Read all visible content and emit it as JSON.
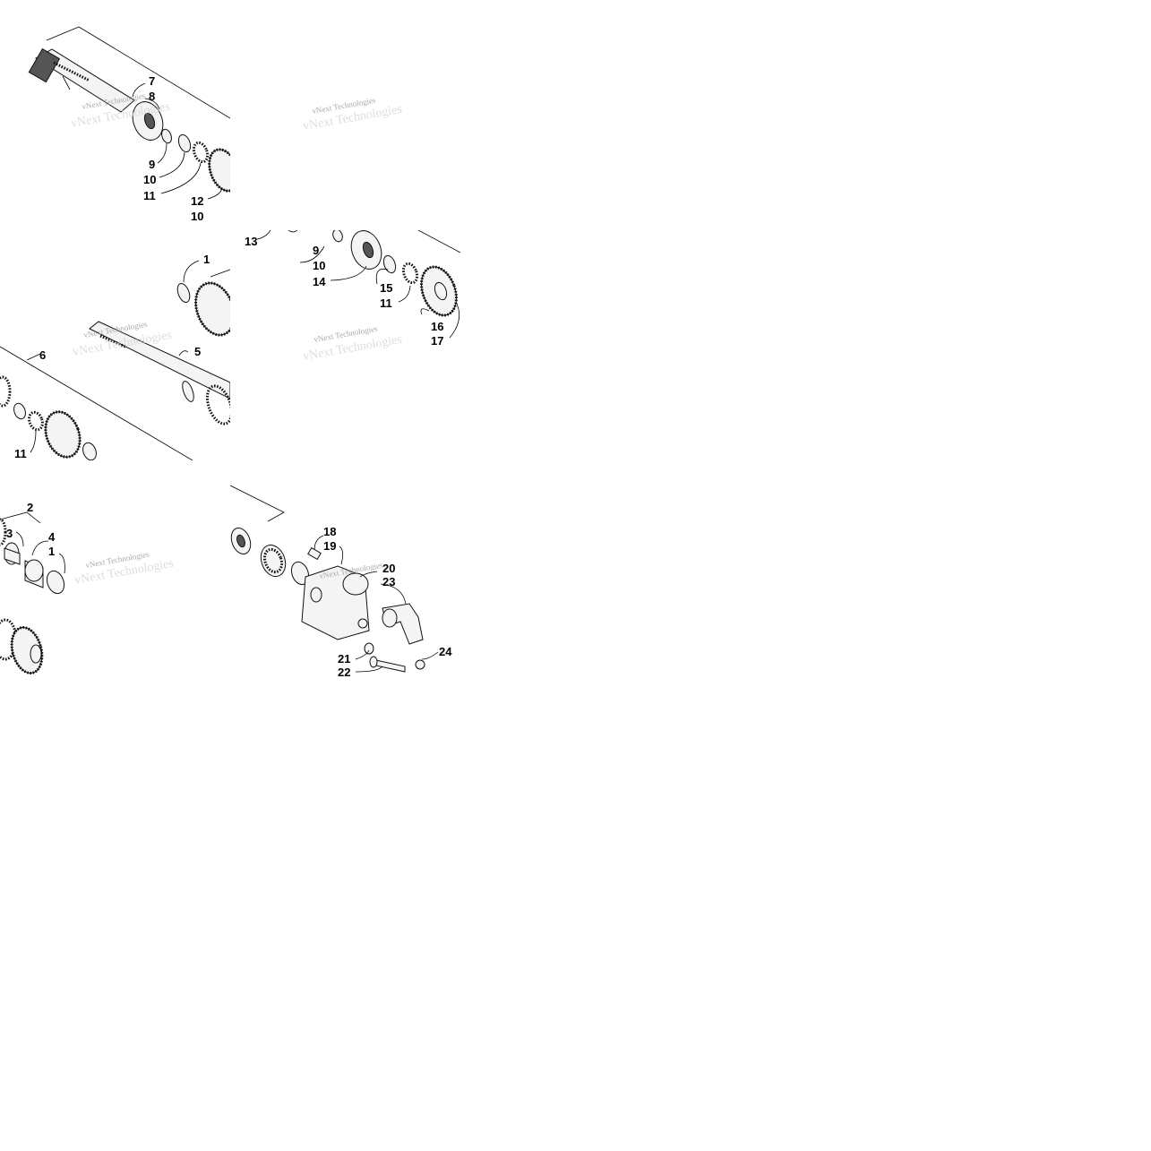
{
  "watermark": "vNext Technologies",
  "callouts": {
    "tile1": [
      "7",
      "8",
      "9",
      "10",
      "11",
      "12",
      "10"
    ],
    "tile2": [
      "13",
      "9",
      "10",
      "14",
      "15",
      "11",
      "16",
      "17"
    ],
    "tile3": [
      "1",
      "6",
      "5",
      "11"
    ],
    "tile5": [
      "2",
      "3",
      "4",
      "1"
    ],
    "tile6": [
      "18",
      "19",
      "20",
      "23",
      "21",
      "22",
      "24"
    ]
  }
}
